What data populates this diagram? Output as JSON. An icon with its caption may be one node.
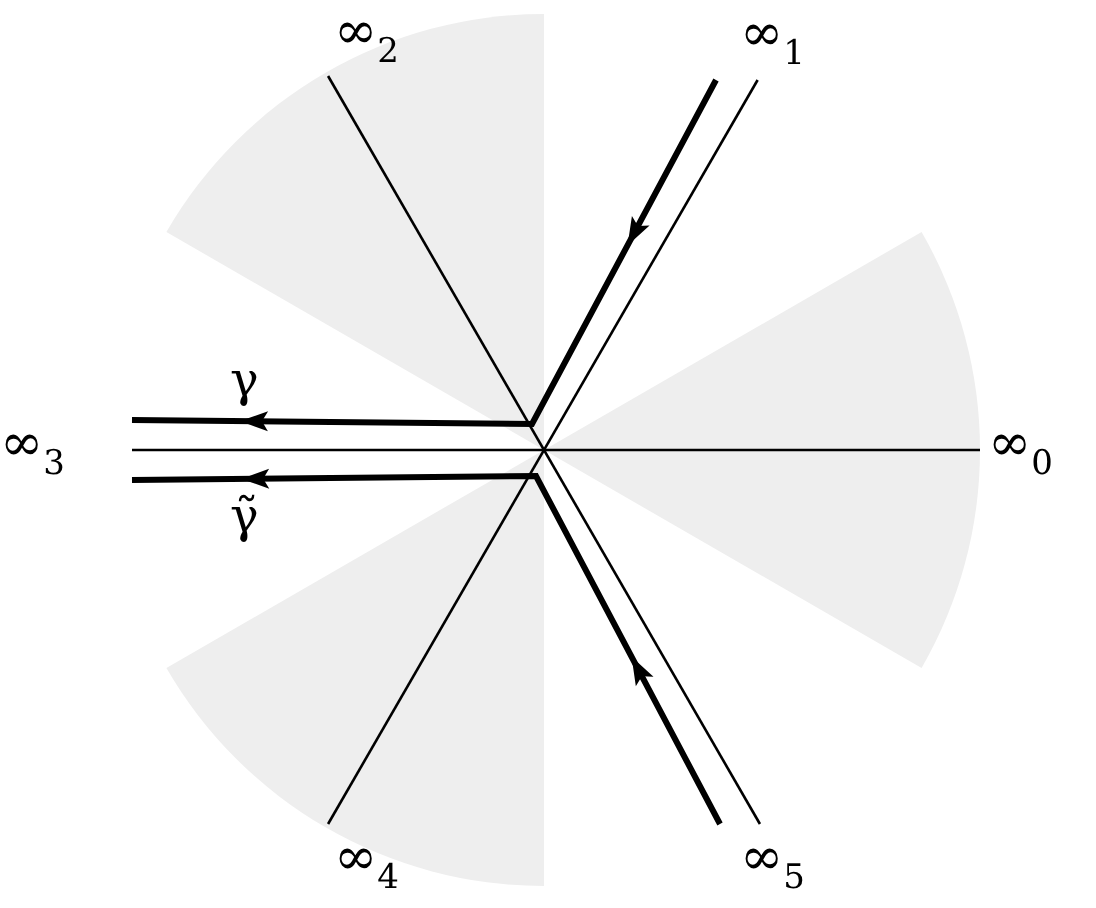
{
  "diagram": {
    "nodes": [
      {
        "text": [
          "∞$_{2}$"
        ]
      },
      {
        "text": [
          "∞$_{1}$"
        ]
      },
      {
        "text": [
          "∞$_{3}$"
        ]
      },
      {
        "text": [
          "∞$_{0}$"
        ]
      },
      {
        "text": [
          "∞$_{4}$"
        ]
      },
      {
        "text": [
          "∞$_{5}$"
        ]
      }
    ],
    "edges": [
      {
        "from": 3,
        "to": 2,
        "arrow": "none"
      },
      {
        "from": 1,
        "to": 4,
        "arrow": "none"
      },
      {
        "from": 0,
        "to": 5,
        "arrow": "none"
      },
      {
        "from": 1,
        "to": 2,
        "arrow": "to",
        "label": "γ",
        "style": "thick"
      },
      {
        "from": 5,
        "to": 2,
        "arrow": "to",
        "label": "γ̃",
        "style": "thick"
      }
    ]
  }
}
